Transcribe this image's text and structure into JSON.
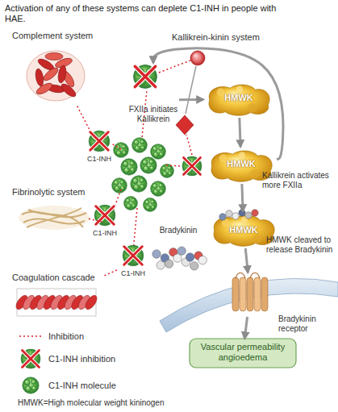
{
  "diagram": {
    "title": "Activation of any of these systems can deplete C1-INH in people with HAE.",
    "nodes": [
      {
        "text": [
          "Complement system"
        ]
      },
      {
        "text": [
          "FXIIa initiates Kallikrein"
        ]
      },
      {
        "text": [
          "HMWK"
        ]
      },
      {
        "text": [
          "C1-INH"
        ]
      },
      {
        "text": [
          "HMWK",
          "Kallikrein activates more FXIIa"
        ]
      },
      {
        "text": [
          "Fibrinolytic system"
        ]
      },
      {
        "text": [
          "C1-INH"
        ]
      },
      {
        "text": [
          "HMWK",
          "HMWK cleaved to release Bradykinin"
        ]
      },
      {
        "text": [
          "Bradykinin"
        ]
      },
      {
        "text": [
          "C1-INH"
        ]
      },
      {
        "text": [
          "Coagulation cascade"
        ]
      },
      {
        "text": [
          "Bradykinin receptor"
        ]
      },
      {
        "text": [
          "Vascular permeability angioedema"
        ]
      }
    ],
    "edges": [
      {
        "from": 3,
        "to": 0,
        "arrow": "none"
      },
      {
        "from": 1,
        "to": 2,
        "arrow": "to"
      },
      {
        "from": 2,
        "to": 4,
        "arrow": "to"
      },
      {
        "from": 4,
        "to": 1,
        "arrow": "to"
      },
      {
        "from": 6,
        "to": 5,
        "arrow": "none"
      },
      {
        "from": 4,
        "to": 7,
        "arrow": "to"
      },
      {
        "from": 9,
        "to": 10,
        "arrow": "none"
      },
      {
        "from": 7,
        "to": 11,
        "arrow": "to"
      },
      {
        "from": 11,
        "to": 12,
        "arrow": "to"
      }
    ],
    "labels": [
      "Kallikrein-kinin system",
      "HMWK=High molecular weight kininogen"
    ],
    "legend": [
      {
        "text": "Inhibition"
      },
      {
        "text": "C1-INH inhibition"
      },
      {
        "text": "C1-INH molecule"
      }
    ]
  }
}
